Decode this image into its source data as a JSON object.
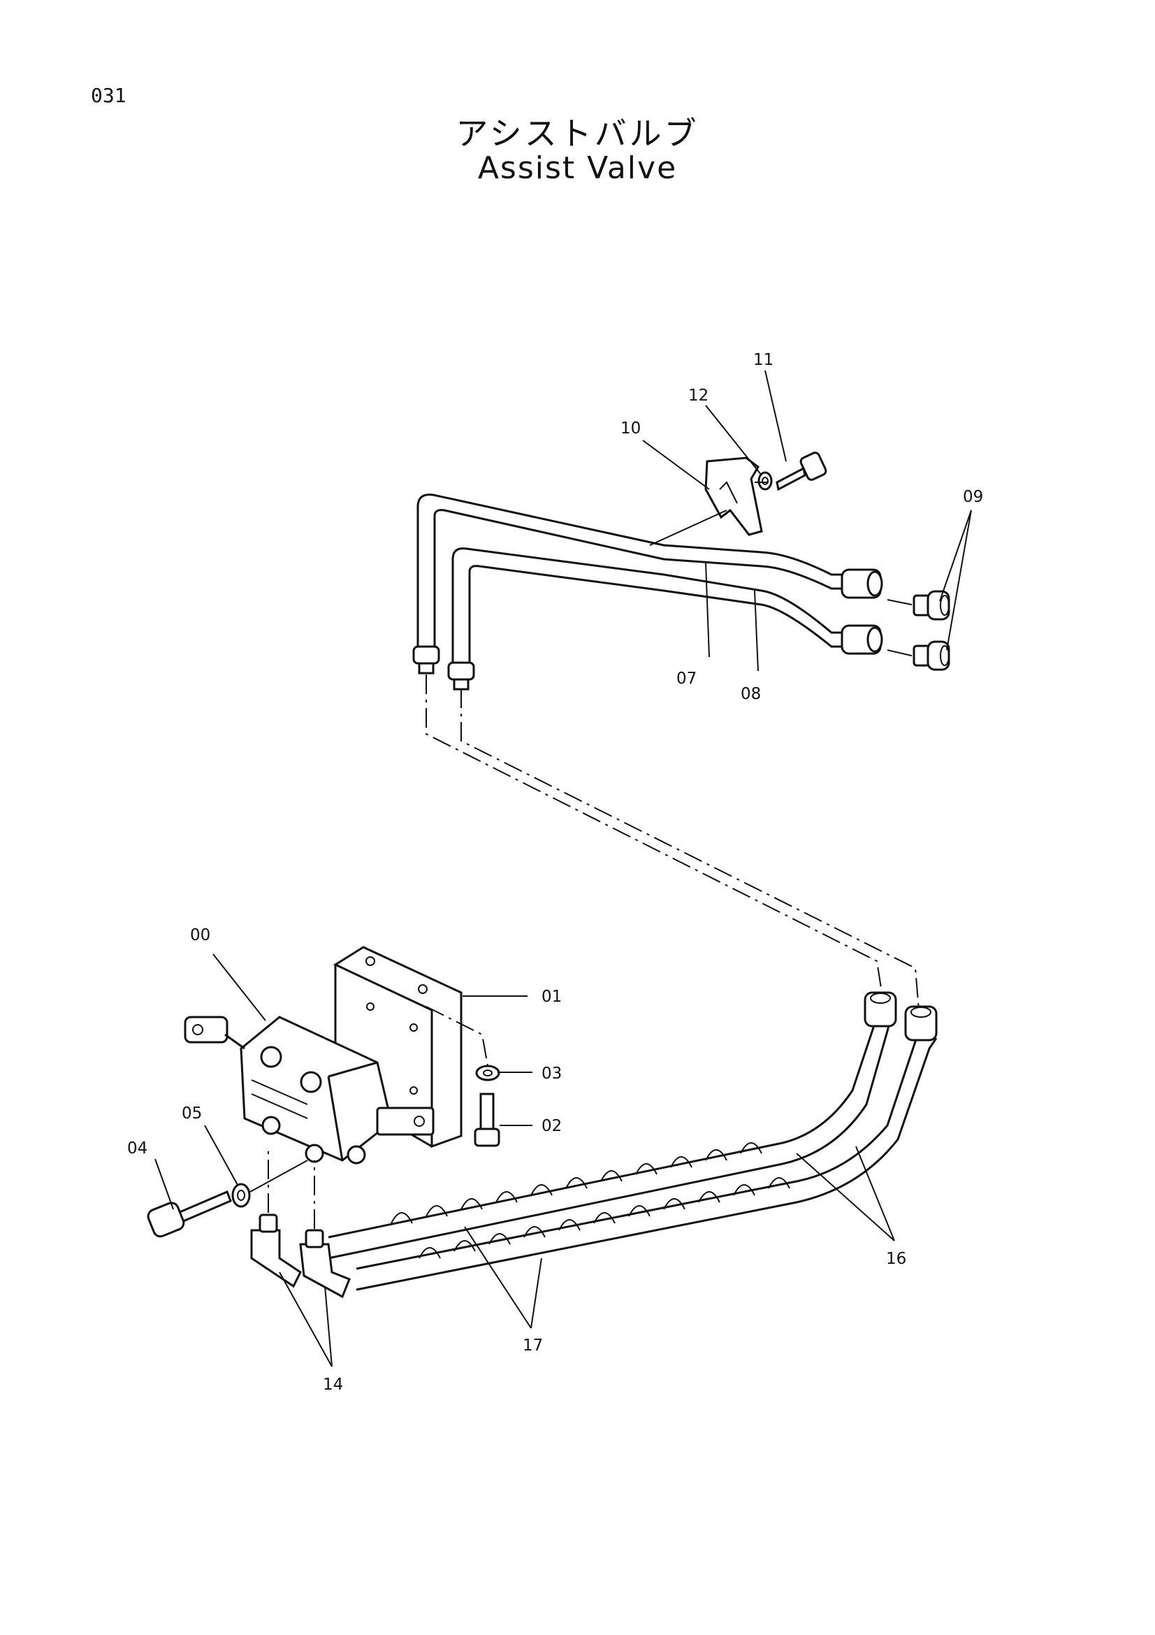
{
  "page": {
    "number": "031"
  },
  "title": {
    "japanese": "アシストバルブ",
    "english": "Assist Valve"
  },
  "callouts": {
    "c00": "00",
    "c01": "01",
    "c02": "02",
    "c03": "03",
    "c04": "04",
    "c05": "05",
    "c07": "07",
    "c08": "08",
    "c09": "09",
    "c10": "10",
    "c11": "11",
    "c12": "12",
    "c14": "14",
    "c16": "16",
    "c17": "17"
  }
}
